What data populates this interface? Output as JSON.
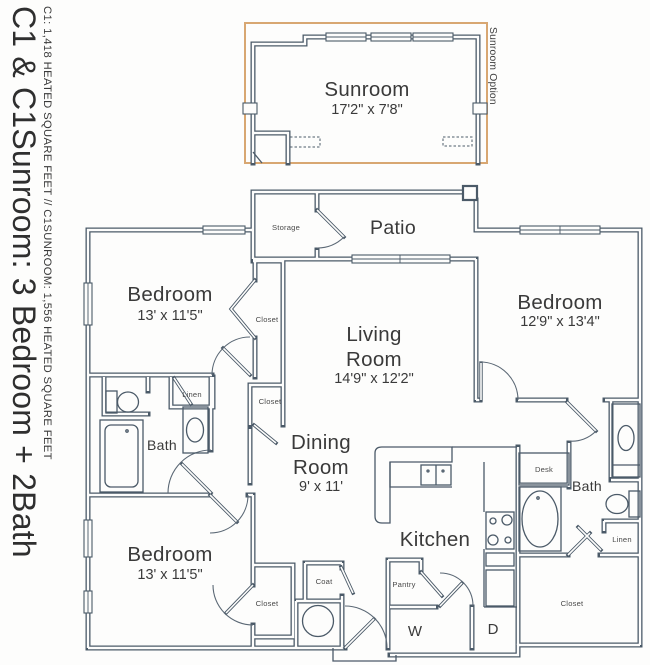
{
  "title": {
    "main": "C1 & C1Sunroom: 3 Bedroom + 2Bath",
    "sub": "C1: 1,418 HEATED SQUARE FEET // C1SUNROOM: 1,556 HEATED SQUARE FEET"
  },
  "sunroom": {
    "option_label": "Sunroom Option",
    "name": "Sunroom",
    "dims": "17'2\" x 7'8\""
  },
  "rooms": {
    "bedroom1": {
      "name": "Bedroom",
      "dims": "13' x 11'5\""
    },
    "bedroom2": {
      "name": "Bedroom",
      "dims": "12'9\" x 13'4\""
    },
    "bedroom3": {
      "name": "Bedroom",
      "dims": "13' x 11'5\""
    },
    "living": {
      "line1": "Living",
      "line2": "Room",
      "dims": "14'9\" x 12'2\""
    },
    "dining": {
      "line1": "Dining",
      "line2": "Room",
      "dims": "9' x 11'"
    },
    "kitchen": {
      "name": "Kitchen"
    },
    "patio": {
      "name": "Patio"
    },
    "storage": {
      "name": "Storage"
    },
    "bath_left": {
      "name": "Bath"
    },
    "bath_right": {
      "name": "Bath"
    },
    "desk": {
      "name": "Desk"
    },
    "coat": {
      "name": "Coat"
    },
    "pantry": {
      "name": "Pantry"
    },
    "washer": {
      "name": "W"
    },
    "dryer": {
      "name": "D"
    },
    "linen_left": {
      "name": "Linen"
    },
    "linen_right": {
      "name": "Linen"
    },
    "closet_hall_upper": {
      "name": "Closet"
    },
    "closet_hall_lower": {
      "name": "Closet"
    },
    "closet_bedroom3": {
      "name": "Closet"
    },
    "closet_bedroom2": {
      "name": "Closet"
    }
  },
  "colors": {
    "wall": "#4b5a68",
    "sunroom_outline": "#d8a772",
    "label_text": "#3a3a3a"
  }
}
